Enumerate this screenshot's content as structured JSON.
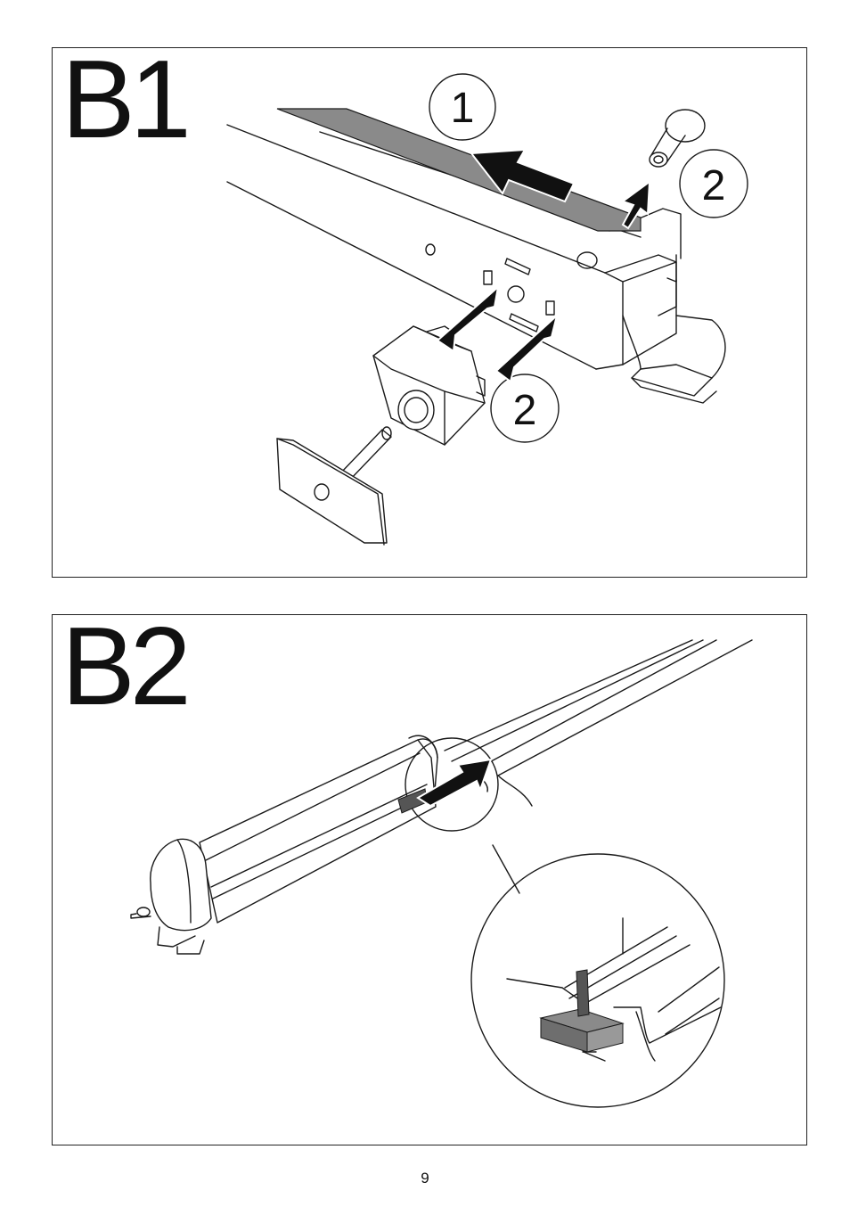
{
  "page": {
    "number": "9"
  },
  "panels": [
    {
      "label": "B1",
      "callouts": [
        "1",
        "2",
        "2"
      ]
    },
    {
      "label": "B2"
    }
  ],
  "colors": {
    "line": "#1a1a1a",
    "shaded_part": "#8a8a8a",
    "arrow": "#111111"
  }
}
